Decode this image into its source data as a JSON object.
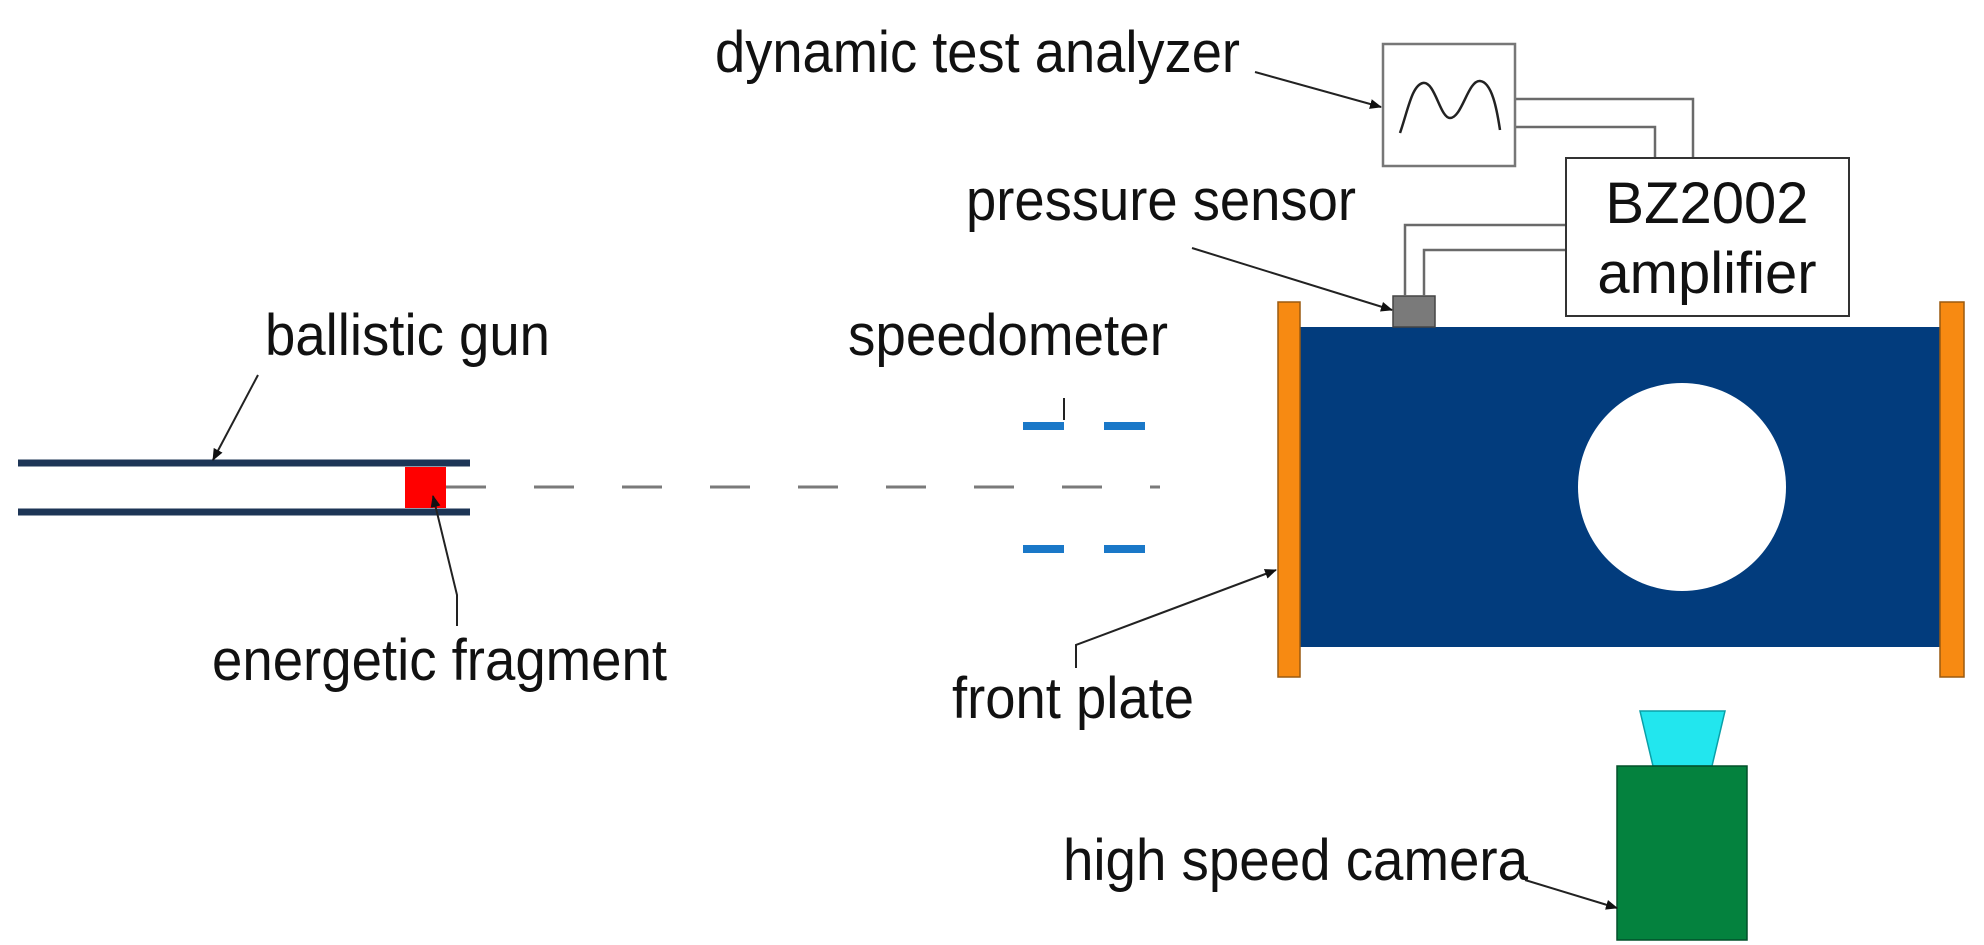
{
  "labels": {
    "dynamic_test_analyzer": "dynamic test analyzer",
    "pressure_sensor": "pressure sensor",
    "amplifier_line1": "BZ2002",
    "amplifier_line2": "amplifier",
    "ballistic_gun": "ballistic gun",
    "speedometer": "speedometer",
    "energetic_fragment": "energetic fragment",
    "front_plate": "front plate",
    "high_speed_camera": "high speed camera"
  },
  "colors": {
    "chamber": "#023c7d",
    "plates": "#f78a12",
    "fragment": "#ff0000",
    "speedometer": "#1a78c8",
    "sensor": "#7a7a7a",
    "camera_body": "#04823e",
    "camera_lens": "#22e6ee",
    "gun_barrel": "#1d3556"
  },
  "icons": {
    "analyzer_display": "waveform-icon"
  }
}
